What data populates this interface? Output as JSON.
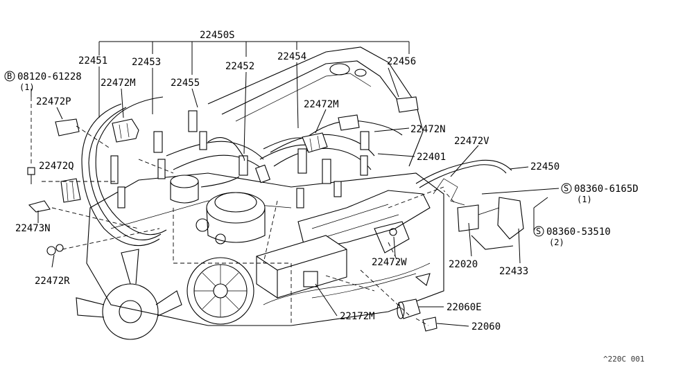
{
  "labels": {
    "assy": "22450S",
    "p22451": "22451",
    "p22453": "22453",
    "p22455": "22455",
    "p22452": "22452",
    "p22454": "22454",
    "p22456": "22456",
    "p22472M_a": "22472M",
    "p22472M_b": "22472M",
    "p22472N": "22472N",
    "p22401": "22401",
    "p22472V": "22472V",
    "p22450": "22450",
    "p22472P": "22472P",
    "p22472Q": "22472Q",
    "p22473N": "22473N",
    "p22472R": "22472R",
    "p22020": "22020",
    "p22433": "22433",
    "p22472W": "22472W",
    "p22060E": "22060E",
    "p22060": "22060",
    "p22172M": "22172M"
  },
  "fasteners": {
    "bolt_b": {
      "symbol": "B",
      "part": "08120-61228",
      "qty": "(1)"
    },
    "screw_s1": {
      "symbol": "S",
      "part": "08360-6165D",
      "qty": "(1)"
    },
    "screw_s2": {
      "symbol": "S",
      "part": "08360-53510",
      "qty": "(2)"
    }
  },
  "drawing_ref": "^220C 001"
}
